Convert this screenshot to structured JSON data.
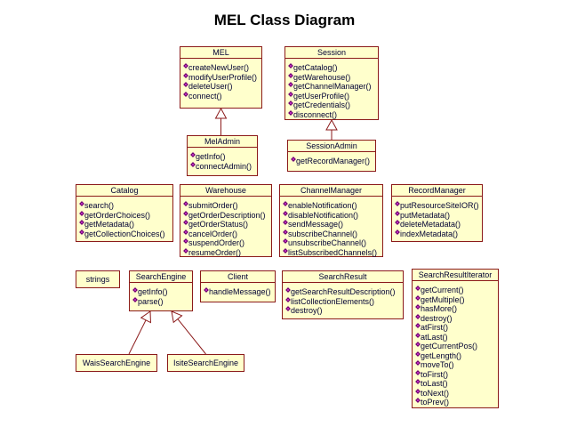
{
  "title": "MEL Class Diagram",
  "colors": {
    "box_fill": "#ffffcc",
    "box_border": "#8b1a1a",
    "method_marker": "#cc33cc"
  },
  "classes": {
    "mel": {
      "name": "MEL",
      "methods": [
        "createNewUser()",
        "modifyUserProfile()",
        "deleteUser()",
        "connect()"
      ]
    },
    "session": {
      "name": "Session",
      "methods": [
        "getCatalog()",
        "getWarehouse()",
        "getChannelManager()",
        "getUserProfile()",
        "getCredentials()",
        "disconnect()"
      ]
    },
    "meladmin": {
      "name": "MelAdmin",
      "methods": [
        "getInfo()",
        "connectAdmin()"
      ]
    },
    "sessionadmin": {
      "name": "SessionAdmin",
      "methods": [
        "getRecordManager()"
      ]
    },
    "catalog": {
      "name": "Catalog",
      "methods": [
        "search()",
        "getOrderChoices()",
        "getMetadata()",
        "getCollectionChoices()"
      ]
    },
    "warehouse": {
      "name": "Warehouse",
      "methods": [
        "submitOrder()",
        "getOrderDescription()",
        "getOrderStatus()",
        "cancelOrder()",
        "suspendOrder()",
        "resumeOrder()"
      ]
    },
    "channelmanager": {
      "name": "ChannelManager",
      "methods": [
        "enableNotification()",
        "disableNotification()",
        "sendMessage()",
        "subscribeChannel()",
        "unsubscribeChannel()",
        "listSubscribedChannels()"
      ]
    },
    "recordmanager": {
      "name": "RecordManager",
      "methods": [
        "putResourceSiteIOR()",
        "putMetadata()",
        "deleteMetadata()",
        "indexMetadata()"
      ]
    },
    "strings": {
      "name": "strings",
      "methods": []
    },
    "searchengine": {
      "name": "SearchEngine",
      "methods": [
        "getInfo()",
        "parse()"
      ]
    },
    "client": {
      "name": "Client",
      "methods": [
        "handleMessage()"
      ]
    },
    "searchresult": {
      "name": "SearchResult",
      "methods": [
        "getSearchResultDescription()",
        "listCollectionElements()",
        "destroy()"
      ]
    },
    "searchresultiterator": {
      "name": "SearchResultIterator",
      "methods": [
        "getCurrent()",
        "getMultiple()",
        "hasMore()",
        "destroy()",
        "atFirst()",
        "atLast()",
        "getCurrentPos()",
        "getLength()",
        "moveTo()",
        "toFirst()",
        "toLast()",
        "toNext()",
        "toPrev()"
      ]
    },
    "waissearchengine": {
      "name": "WaisSearchEngine",
      "methods": []
    },
    "isitesearchengine": {
      "name": "IsiteSearchEngine",
      "methods": []
    }
  },
  "generalizations": [
    {
      "from": "meladmin",
      "to": "mel"
    },
    {
      "from": "sessionadmin",
      "to": "session"
    },
    {
      "from": "waissearchengine",
      "to": "searchengine"
    },
    {
      "from": "isitesearchengine",
      "to": "searchengine"
    }
  ]
}
